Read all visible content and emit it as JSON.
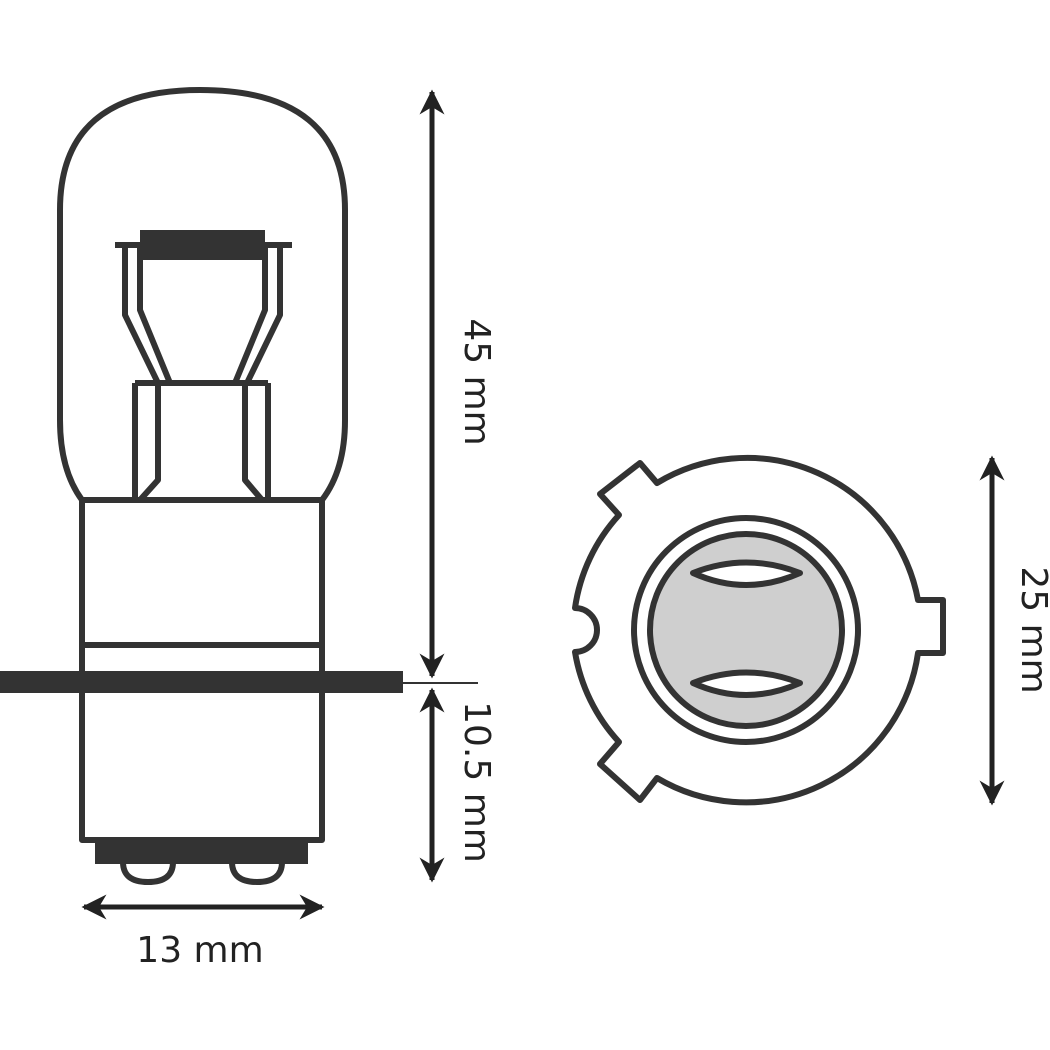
{
  "dimensions": {
    "height_bulb": "45 mm",
    "height_base": "10.5 mm",
    "width_base": "13 mm",
    "diameter_flange": "25 mm"
  },
  "colors": {
    "stroke": "#333333",
    "fill_grey": "#cfcfcf"
  }
}
